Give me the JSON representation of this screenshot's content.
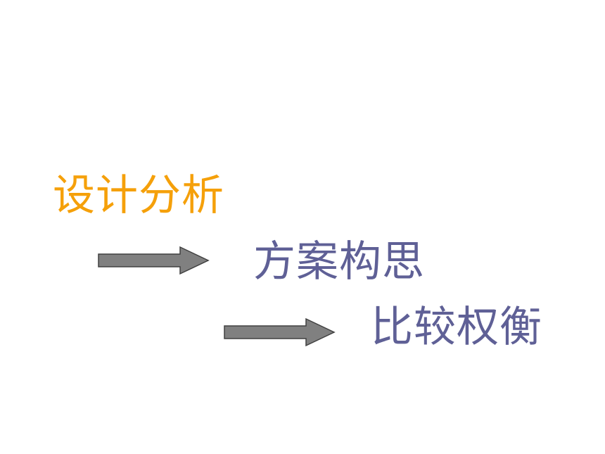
{
  "steps": [
    {
      "label": "设计分析",
      "color": "#f5a00a"
    },
    {
      "label": "方案构思",
      "color": "#5f6096"
    },
    {
      "label": "比较权衡",
      "color": "#5f6096"
    }
  ],
  "arrow_color": "#808080",
  "arrow_outline": "#404040"
}
